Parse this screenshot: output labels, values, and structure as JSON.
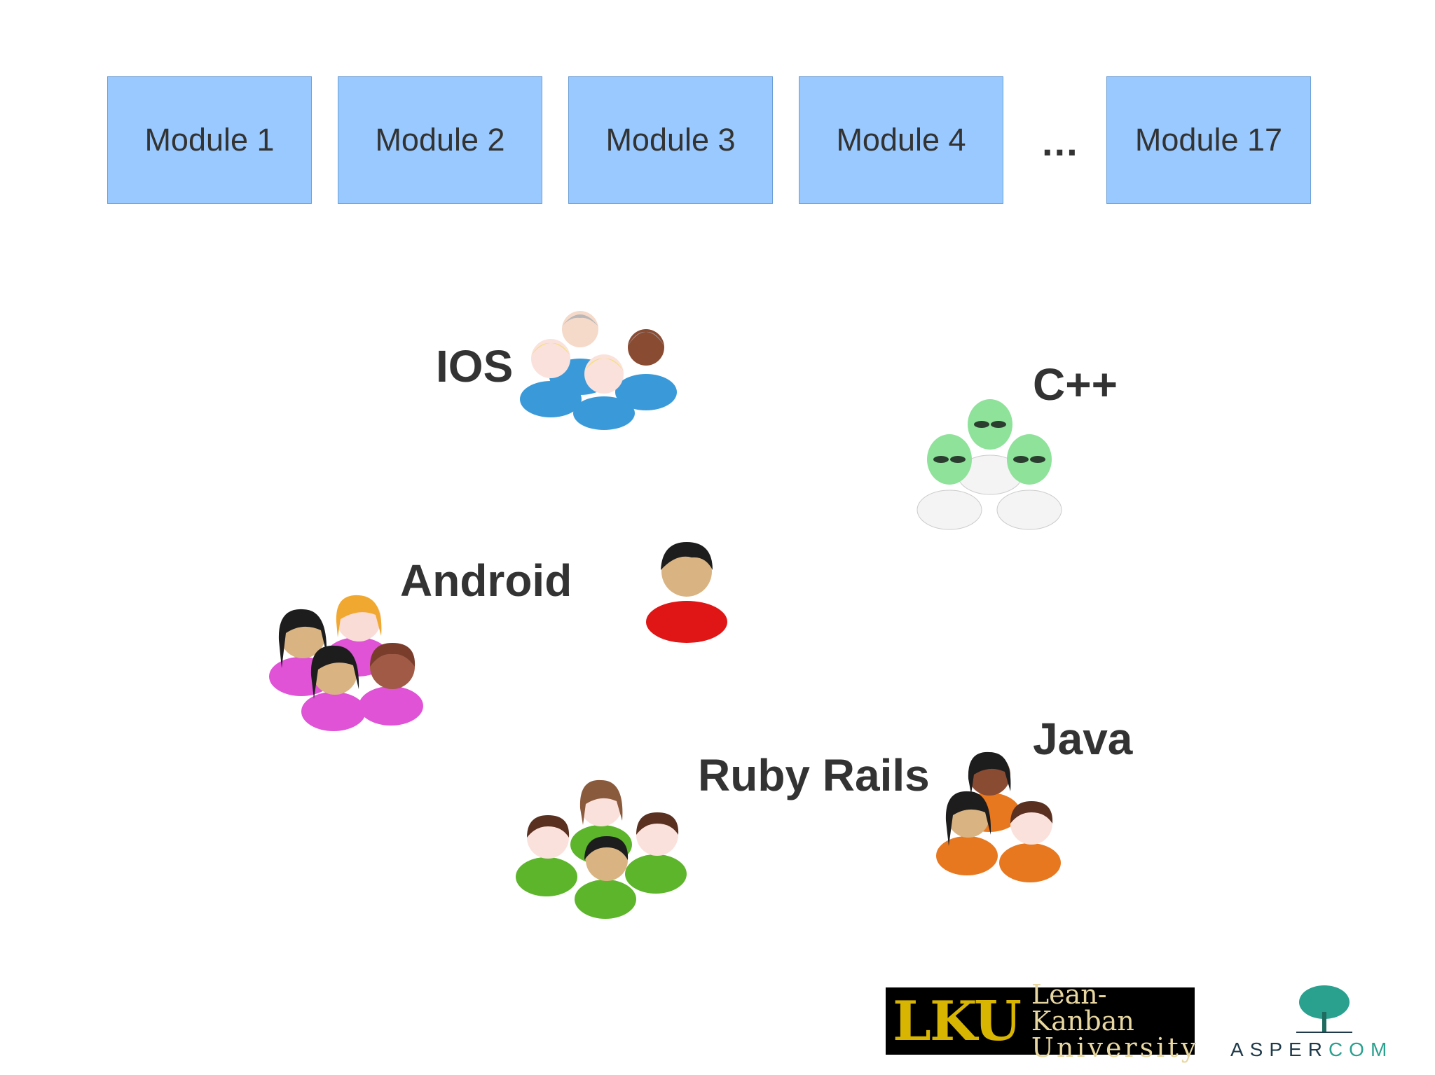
{
  "modules": [
    "Module 1",
    "Module 2",
    "Module 3",
    "Module 4",
    "Module 17"
  ],
  "ellipsis": "...",
  "teams": {
    "ios": "IOS",
    "cpp": "C++",
    "android": "Android",
    "ruby": "Ruby Rails",
    "java": "Java"
  },
  "logos": {
    "lku_letters": "LKU",
    "lku_line1": "Lean-Kanban",
    "lku_line2": "University",
    "aspercom_a": "ASPER",
    "aspercom_b": "COM"
  },
  "colors": {
    "module_fill": "#99c9fe",
    "ios_shirt": "#3a9ad9",
    "cpp_shirt": "#f4f4f4",
    "cpp_skin": "#8ee29a",
    "android_shirt": "#e052d6",
    "red_shirt": "#e01515",
    "ruby_shirt": "#5cb52a",
    "java_shirt": "#e8781f"
  },
  "icons": [
    "ios-team-icon",
    "cpp-alien-team-icon",
    "android-team-icon",
    "lone-developer-icon",
    "ruby-team-icon",
    "java-team-icon",
    "tree-icon"
  ]
}
